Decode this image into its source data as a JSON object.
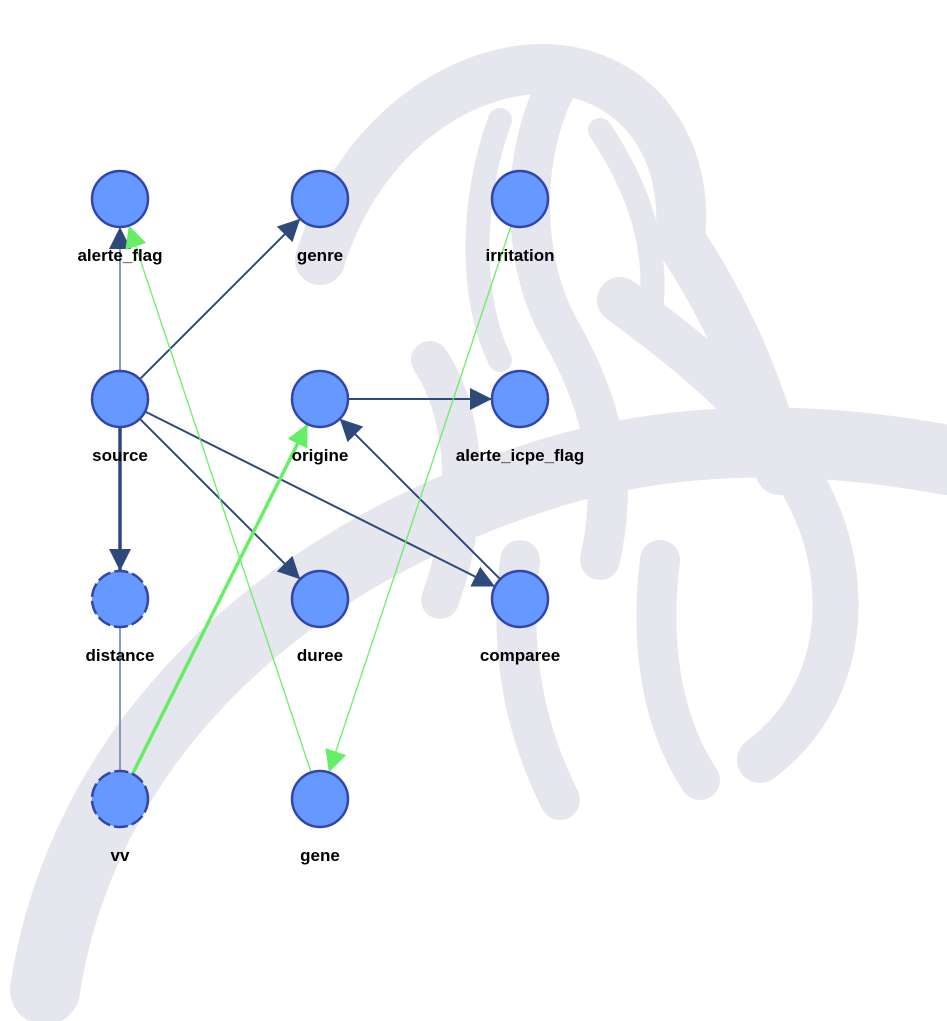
{
  "nodes": [
    {
      "id": "alerte_flag",
      "label": "alerte_flag",
      "dashed": false
    },
    {
      "id": "genre",
      "label": "genre",
      "dashed": false
    },
    {
      "id": "irritation",
      "label": "irritation",
      "dashed": false
    },
    {
      "id": "source",
      "label": "source",
      "dashed": false
    },
    {
      "id": "origine",
      "label": "origine",
      "dashed": false
    },
    {
      "id": "alerte_icpe_flag",
      "label": "alerte_icpe_flag",
      "dashed": false
    },
    {
      "id": "distance",
      "label": "distance",
      "dashed": true
    },
    {
      "id": "duree",
      "label": "duree",
      "dashed": false
    },
    {
      "id": "comparee",
      "label": "comparee",
      "dashed": false
    },
    {
      "id": "vv",
      "label": "vv",
      "dashed": true
    },
    {
      "id": "gene",
      "label": "gene",
      "dashed": false
    }
  ],
  "edges": [
    {
      "from": "source",
      "to": "alerte_flag",
      "type": "blue",
      "weight": "light"
    },
    {
      "from": "source",
      "to": "genre",
      "type": "blue",
      "weight": "normal"
    },
    {
      "from": "source",
      "to": "distance",
      "type": "blue",
      "weight": "heavy"
    },
    {
      "from": "source",
      "to": "duree",
      "type": "blue",
      "weight": "normal"
    },
    {
      "from": "source",
      "to": "comparee",
      "type": "blue",
      "weight": "normal"
    },
    {
      "from": "origine",
      "to": "alerte_icpe_flag",
      "type": "blue",
      "weight": "normal"
    },
    {
      "from": "comparee",
      "to": "origine",
      "type": "blue",
      "weight": "normal"
    },
    {
      "from": "distance",
      "to": "vv",
      "type": "blue-undirected",
      "weight": "light"
    },
    {
      "from": "vv",
      "to": "origine",
      "type": "green",
      "weight": "heavy"
    },
    {
      "from": "gene",
      "to": "alerte_flag",
      "type": "green",
      "weight": "thin"
    },
    {
      "from": "irritation",
      "to": "gene",
      "type": "green",
      "weight": "thin"
    }
  ],
  "colors": {
    "node_fill": "#6699ff",
    "node_stroke": "#3344aa",
    "edge_blue": "#2e4a7a",
    "edge_blue_light": "#8899bb",
    "edge_green": "#66ee66",
    "watermark": "#e6e6ee"
  }
}
